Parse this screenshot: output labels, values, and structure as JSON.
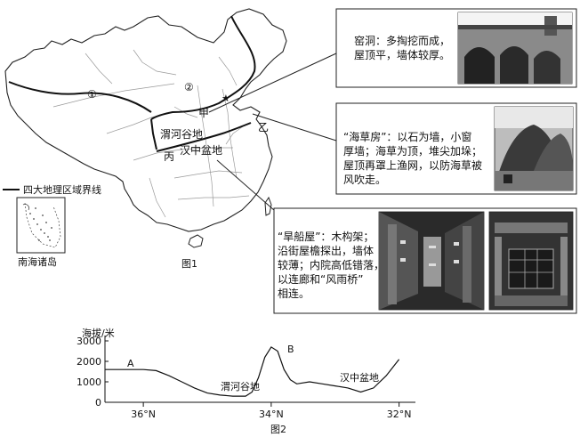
{
  "map": {
    "zone_label_1": "①",
    "zone_label_2": "②",
    "label_jia": "甲",
    "label_yi": "乙",
    "label_bing": "丙",
    "label_weihe": "渭河谷地",
    "label_hanzhong": "汉中盆地",
    "star": "★",
    "legend_text": "四大地理区域界线",
    "inset_caption": "南海诸岛",
    "figure_caption": "图1"
  },
  "callouts": [
    {
      "id": "yaodong",
      "text_lines": [
        "窑洞：多掏挖而成，",
        "屋顶平，墙体较厚。"
      ]
    },
    {
      "id": "haicaofang",
      "text_lines": [
        "“海草房”：以石为墙，小窗",
        "厚墙；海草为顶，堆尖加垛；",
        "屋顶再罩上渔网，以防海草被",
        "风吹走。"
      ]
    },
    {
      "id": "hanchuanwu",
      "text_lines": [
        "“旱船屋”：木构架；",
        "沿街屋檐探出，墙体",
        "较薄；内院高低错落，",
        "以连廊和“风雨桥”",
        "相连。"
      ]
    }
  ],
  "profile": {
    "ylabel": "海拔/米",
    "yticks": [
      "3000",
      "2000",
      "1000",
      "0"
    ],
    "xticks": [
      "36°N",
      "34°N",
      "32°N"
    ],
    "label_a": "A",
    "label_b": "B",
    "label_weihe": "渭河谷地",
    "label_hanzhong": "汉中盆地",
    "figure_caption": "图2"
  },
  "chart_data": {
    "type": "area",
    "title": "",
    "xlabel": "",
    "ylabel": "海拔/米",
    "x_unit": "°N",
    "x_reversed": true,
    "xlim": [
      36.6,
      31.8
    ],
    "ylim": [
      0,
      3000
    ],
    "series": [
      {
        "x": [
          36.6,
          36.3,
          36.0,
          35.8,
          35.6,
          35.4,
          35.2,
          35.0,
          34.8,
          34.6,
          34.4,
          34.3,
          34.2,
          34.1,
          34.0,
          33.9,
          33.8,
          33.7,
          33.6,
          33.4,
          33.2,
          33.0,
          32.8,
          32.6,
          32.4,
          32.2,
          32.0
        ],
        "y": [
          1600,
          1600,
          1600,
          1550,
          1300,
          1000,
          700,
          450,
          350,
          300,
          300,
          500,
          1200,
          2200,
          2700,
          2500,
          1600,
          1100,
          900,
          1000,
          900,
          800,
          700,
          500,
          700,
          1300,
          2100
        ]
      }
    ]
  }
}
